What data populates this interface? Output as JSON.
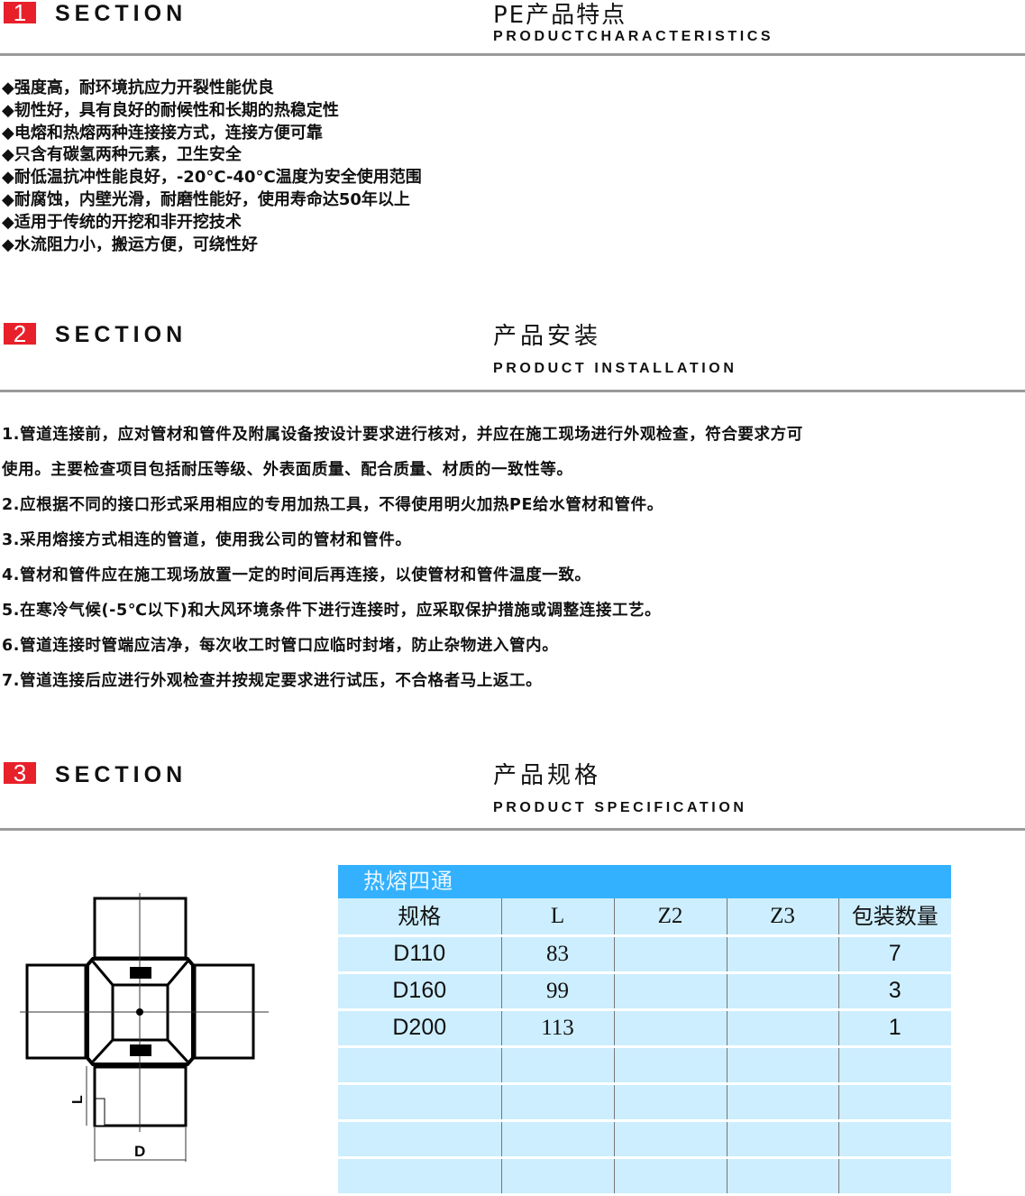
{
  "sections": [
    {
      "num": "1",
      "label": "SECTION",
      "title_cn": "PE产品特点",
      "title_en": "PRODUCTCHARACTERISTICS"
    },
    {
      "num": "2",
      "label": "SECTION",
      "title_cn": "产品安装",
      "title_en": "PRODUCT  INSTALLATION"
    },
    {
      "num": "3",
      "label": "SECTION",
      "title_cn": "产品规格",
      "title_en": "PRODUCT  SPECIFICATION"
    }
  ],
  "features": [
    "◆强度高，耐环境抗应力开裂性能优良",
    "◆韧性好，具有良好的耐候性和长期的热稳定性",
    "◆电熔和热熔两种连接接方式，连接方便可靠",
    "◆只含有碳氢两种元素，卫生安全",
    "◆耐低温抗冲性能良好，-20°C-40°C温度为安全使用范围",
    "◆耐腐蚀，内壁光滑，耐磨性能好，使用寿命达50年以上",
    "◆适用于传统的开挖和非开挖技术",
    "◆水流阻力小，搬运方便，可绕性好"
  ],
  "installation": [
    "1.管道连接前，应对管材和管件及附属设备按设计要求进行核对，并应在施工现场进行外观检查，符合要求方可",
    "使用。主要检查项目包括耐压等级、外表面质量、配合质量、材质的一致性等。",
    "2.应根据不同的接口形式采用相应的专用加热工具，不得使用明火加热PE给水管材和管件。",
    "3.采用熔接方式相连的管道，使用我公司的管材和管件。",
    "4.管材和管件应在施工现场放置一定的时间后再连接，以使管材和管件温度一致。",
    "5.在寒冷气候(-5℃以下)和大风环境条件下进行连接时，应采取保护措施或调整连接工艺。",
    "6.管道连接时管端应洁净，每次收工时管口应临时封堵，防止杂物进入管内。",
    "7.管道连接后应进行外观检查并按规定要求进行试压，不合格者马上返工。"
  ],
  "diagram": {
    "label_L": "L",
    "label_D": "D"
  },
  "table": {
    "title": "热熔四通",
    "headers": [
      "规格",
      "L",
      "Z2",
      "Z3",
      "包装数量"
    ],
    "rows": [
      [
        "D110",
        "83",
        "",
        "",
        "7"
      ],
      [
        "D160",
        "99",
        "",
        "",
        "3"
      ],
      [
        "D200",
        "113",
        "",
        "",
        "1"
      ],
      [
        "",
        "",
        "",
        "",
        ""
      ],
      [
        "",
        "",
        "",
        "",
        ""
      ],
      [
        "",
        "",
        "",
        "",
        ""
      ],
      [
        "",
        "",
        "",
        "",
        ""
      ]
    ]
  }
}
